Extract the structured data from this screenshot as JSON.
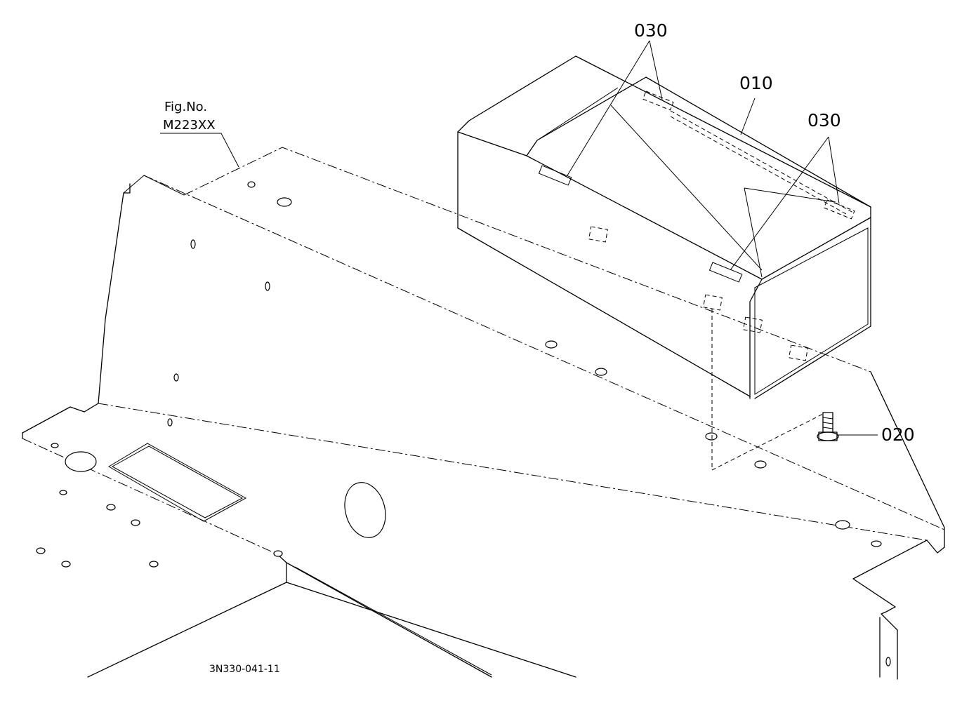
{
  "labels": {
    "part_010": "010",
    "part_020": "020",
    "part_030_top": "030",
    "part_030_right": "030",
    "fig_no_caption": "Fig.No.",
    "fig_no_value": "M223XX",
    "drawing_id": "3N330-041-11"
  }
}
